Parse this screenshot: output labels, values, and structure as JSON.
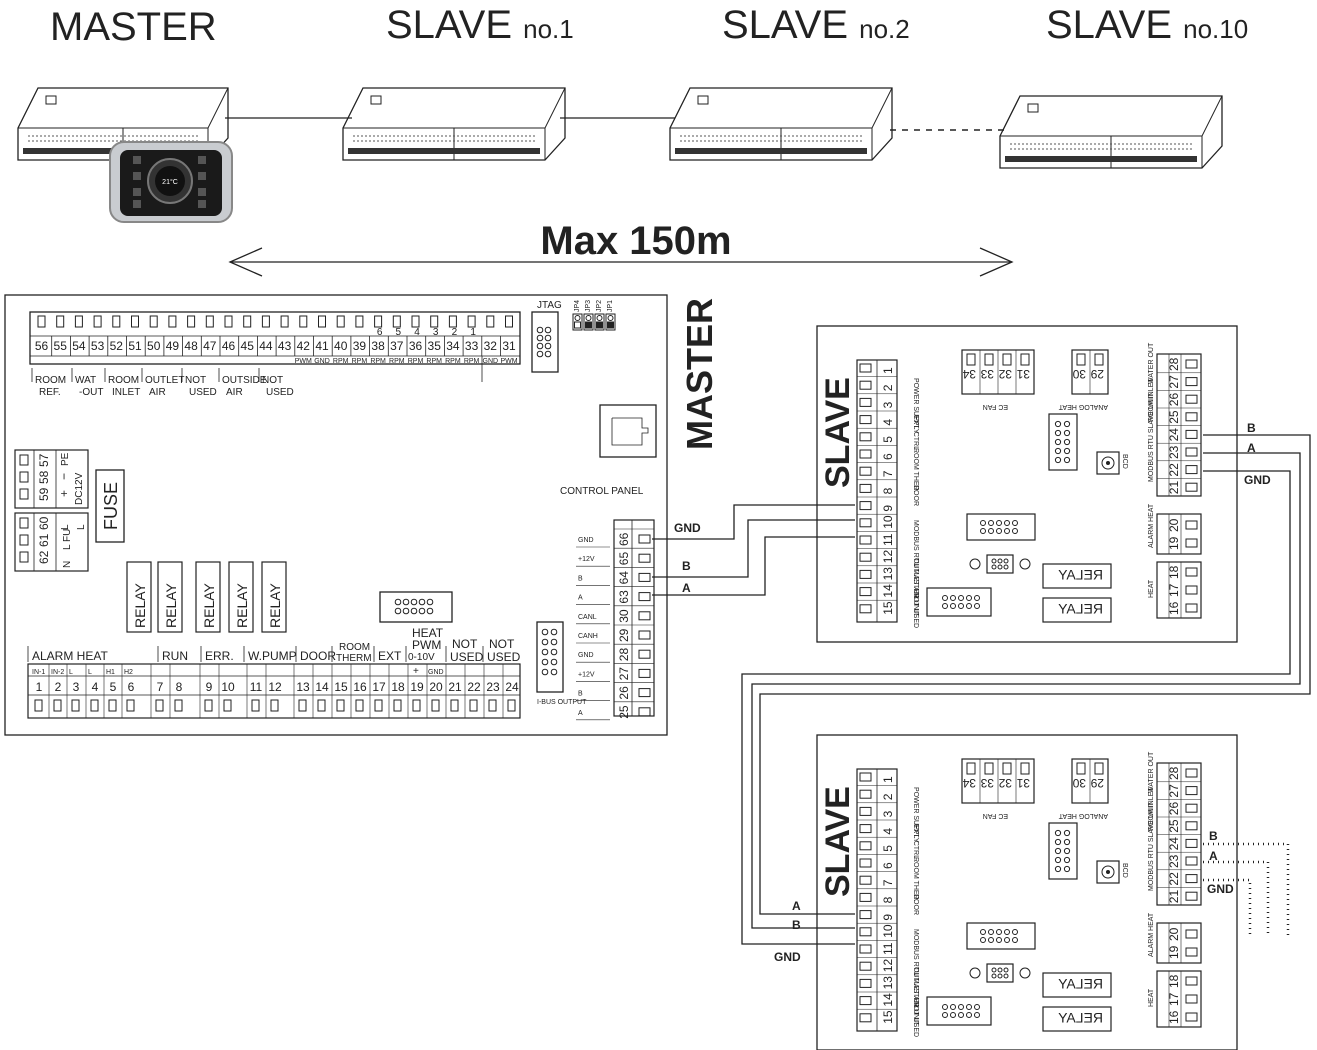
{
  "units": {
    "master": "MASTER",
    "slave1": {
      "name": "SLAVE",
      "no": "no.1"
    },
    "slave2": {
      "name": "SLAVE",
      "no": "no.2"
    },
    "slave10": {
      "name": "SLAVE",
      "no": "no.10"
    }
  },
  "controller_display": "21°C",
  "distance_label": "Max 150m",
  "master_board": {
    "title": "MASTER",
    "top_terminals": [
      "56",
      "55",
      "54",
      "53",
      "52",
      "51",
      "50",
      "49",
      "48",
      "47",
      "46",
      "45",
      "44",
      "43",
      "42",
      "41",
      "40",
      "39",
      "38",
      "37",
      "36",
      "35",
      "34",
      "33",
      "32",
      "31"
    ],
    "top_sub_labels": [
      "PWM",
      "GND",
      "RPM",
      "RPM",
      "RPM",
      "RPM",
      "RPM",
      "RPM",
      "RPM",
      "RPM",
      "GND",
      "PWM"
    ],
    "fan_numbers": [
      "6",
      "5",
      "4",
      "3",
      "2",
      "1"
    ],
    "top_groups": [
      {
        "l1": "ROOM",
        "l2": "REF."
      },
      {
        "l1": "WAT",
        "l2": "-OUT"
      },
      {
        "l1": "ROOM",
        "l2": "INLET"
      },
      {
        "l1": "OUTLET",
        "l2": "AIR"
      },
      {
        "l1": "NOT",
        "l2": "USED"
      },
      {
        "l1": "OUTSIDE",
        "l2": "AIR"
      },
      {
        "l1": "NOT",
        "l2": "USED"
      }
    ],
    "jtag": "JTAG",
    "jumpers": [
      "JP4",
      "JP3",
      "JP2",
      "JP1"
    ],
    "control_panel": "CONTROL PANEL",
    "power_terminals": [
      "57",
      "58",
      "59",
      "60",
      "61",
      "62"
    ],
    "power_labels": {
      "pe": "PE",
      "dc": "DC12V",
      "plus": "+",
      "minus": "−",
      "l": "L",
      "lfu": "L FU",
      "n": "N"
    },
    "fuse": "FUSE",
    "relay": "RELAY",
    "right_terminals": [
      "66",
      "65",
      "64",
      "63",
      "30",
      "29",
      "28",
      "27",
      "26",
      "25"
    ],
    "right_labels": [
      "GND",
      "+12V",
      "B",
      "A",
      "CANL",
      "CANH",
      "GND",
      "+12V",
      "B",
      "A"
    ],
    "bus_output": "I-BUS OUTPUT",
    "bottom_terminals": [
      "1",
      "2",
      "3",
      "4",
      "5",
      "6",
      "7",
      "8",
      "9",
      "10",
      "11",
      "12",
      "13",
      "14",
      "15",
      "16",
      "17",
      "18",
      "19",
      "20",
      "21",
      "22",
      "23",
      "24"
    ],
    "bottom_sub_labels": [
      "IN-1",
      "IN-2",
      "L",
      "L",
      "H1",
      "H2"
    ],
    "bottom_groups": [
      "ALARM HEAT",
      "RUN",
      "ERR.",
      "W.PUMP",
      "DOOR",
      "ROOM THERM",
      "EXT",
      "HEAT PWM 0-10V",
      "NOT USED",
      "NOT USED"
    ],
    "pwm_sign": {
      "plus": "+",
      "gnd": "GND"
    }
  },
  "wires": {
    "gnd": "GND",
    "b": "B",
    "a": "A"
  },
  "slave_board": {
    "title": "SLAVE",
    "left_terminals": [
      "1",
      "2",
      "3",
      "4",
      "5",
      "6",
      "7",
      "8",
      "9",
      "10",
      "11",
      "12",
      "13",
      "14",
      "15"
    ],
    "left_labels": [
      "POWER SUPPLY",
      "EXT. CTRL.",
      "ROOM THER.",
      "DOOR",
      "MODBUS RTU MASTER UNIT",
      "OUTLET AIR",
      "NOT USED"
    ],
    "ec_fan_terminals": [
      "34",
      "33",
      "32",
      "31"
    ],
    "ec_fan": "EC FAN",
    "analog_terminals": [
      "30",
      "29"
    ],
    "analog": "ANALOG HEAT",
    "right_terminals": [
      "28",
      "27",
      "26",
      "25",
      "24",
      "23",
      "22",
      "21"
    ],
    "right_labels": [
      "WATER OUT",
      "ROOM INLET",
      "MODBUS RTU SLAVE UNIT"
    ],
    "alarm_terminals": [
      "20",
      "19"
    ],
    "alarm": "ALARM HEAT",
    "heat_terminals": [
      "18",
      "17",
      "16"
    ],
    "heat": "HEAT",
    "bcd": "BCD",
    "relay": "RELAY"
  }
}
